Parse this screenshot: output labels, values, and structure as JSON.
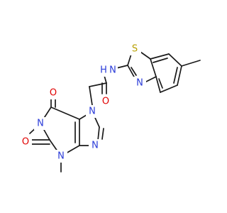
{
  "atom_labels": {
    "o_top": "O",
    "o_left": "O",
    "o_amide": "O",
    "n1": "N",
    "n3": "N",
    "n7": "N",
    "n9": "N",
    "n_amide": "N",
    "h_amide": "H",
    "s_thiazole": "S",
    "n_thiazole": "N"
  },
  "colors": {
    "carbon": "#1a1a1a",
    "oxygen": "#e00000",
    "nitrogen": "#2a3bd8",
    "sulfur": "#b8a000",
    "background": "#ffffff"
  }
}
